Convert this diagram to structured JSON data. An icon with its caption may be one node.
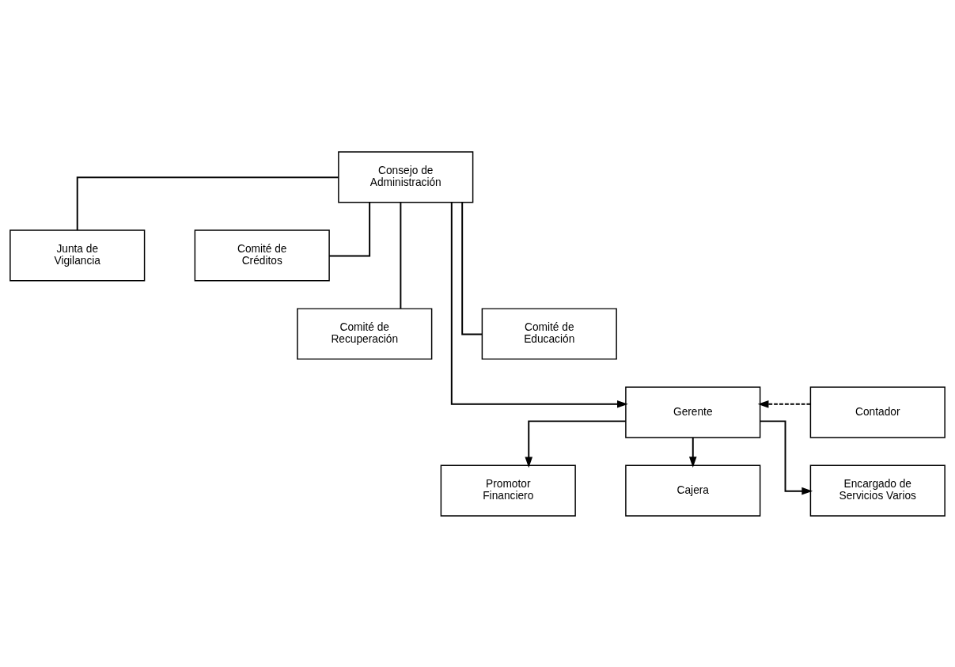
{
  "diagram": {
    "nodes": [
      {
        "text": [
          "Consejo de Administración"
        ]
      },
      {
        "text": [
          "Junta de Vigilancia"
        ]
      },
      {
        "text": [
          "Comité de Créditos"
        ]
      },
      {
        "text": [
          "Comité de Recuperación"
        ]
      },
      {
        "text": [
          "Comité de Educación"
        ]
      },
      {
        "text": [
          "Gerente"
        ]
      },
      {
        "text": [
          "Contador"
        ]
      },
      {
        "text": [
          "Promotor Financiero"
        ]
      },
      {
        "text": [
          "Cajera"
        ]
      },
      {
        "text": [
          "Encargado de Servicios Varios"
        ]
      }
    ],
    "edges": [
      {
        "from": 0,
        "to": 1,
        "arrow": "none"
      },
      {
        "from": 0,
        "to": 2,
        "arrow": "none"
      },
      {
        "from": 0,
        "to": 3,
        "arrow": "none"
      },
      {
        "from": 0,
        "to": 4,
        "arrow": "none"
      },
      {
        "from": 0,
        "to": 5,
        "arrow": "to"
      },
      {
        "from": 6,
        "to": 5,
        "arrow": "to",
        "style": "dashed"
      },
      {
        "from": 5,
        "to": 7,
        "arrow": "to"
      },
      {
        "from": 5,
        "to": 8,
        "arrow": "to"
      },
      {
        "from": 5,
        "to": 9,
        "arrow": "to"
      }
    ]
  }
}
